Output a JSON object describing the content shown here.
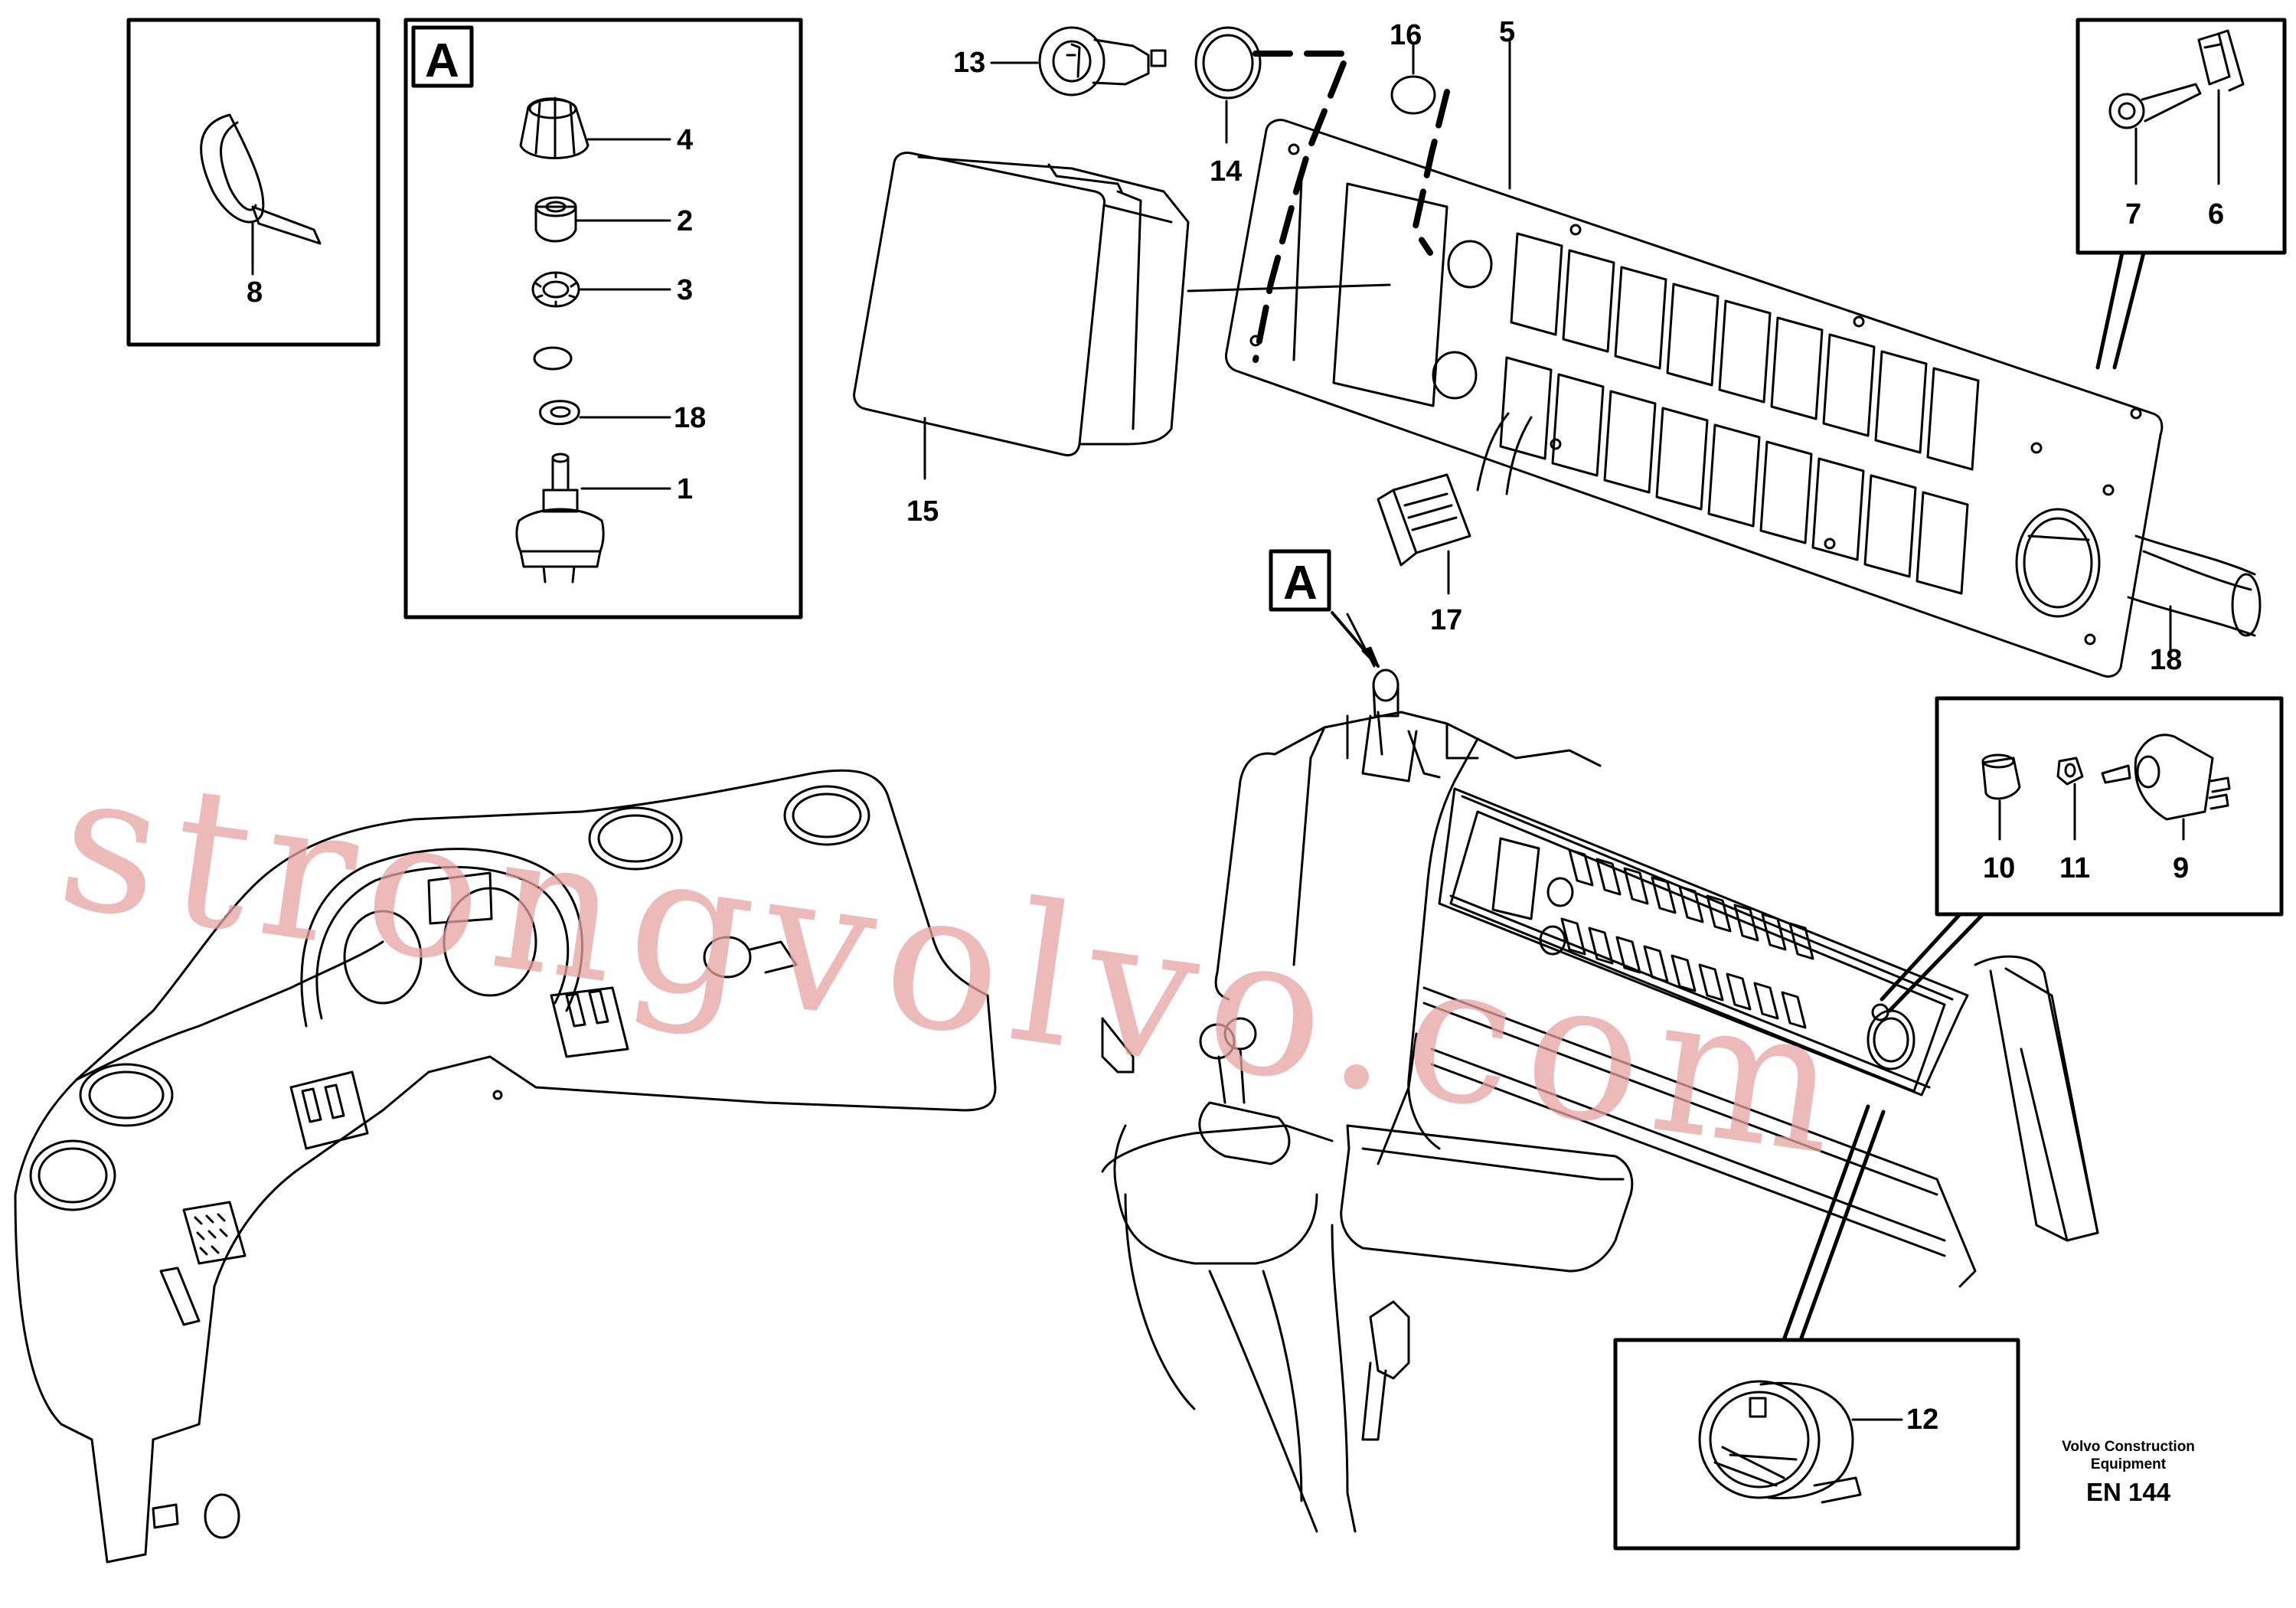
{
  "callouts": {
    "a_box_letter": "A",
    "a_pointer_letter": "A",
    "p1": "1",
    "p2": "2",
    "p3": "3",
    "p4": "4",
    "p5": "5",
    "p6": "6",
    "p7": "7",
    "p8": "8",
    "p9": "9",
    "p10": "10",
    "p11": "11",
    "p12": "12",
    "p13": "13",
    "p14": "14",
    "p15": "15",
    "p16": "16",
    "p17": "17",
    "p18_detail": "18",
    "p18_cable": "18"
  },
  "credit": {
    "line1": "Volvo Construction",
    "line2": "Equipment",
    "code": "EN 144"
  },
  "watermark": "strongvolvo.com"
}
